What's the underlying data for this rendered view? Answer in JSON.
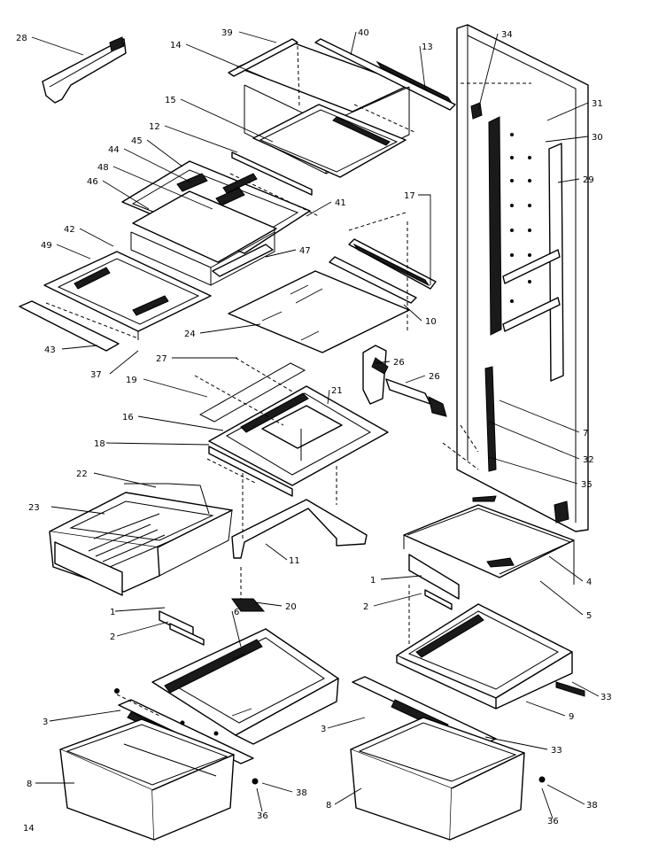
{
  "diagram": {
    "callouts": [
      {
        "key": "c28",
        "label": "28"
      },
      {
        "key": "c39",
        "label": "39"
      },
      {
        "key": "c40",
        "label": "40"
      },
      {
        "key": "c14",
        "label": "14"
      },
      {
        "key": "c13",
        "label": "13"
      },
      {
        "key": "c34",
        "label": "34"
      },
      {
        "key": "c15",
        "label": "15"
      },
      {
        "key": "c12",
        "label": "12"
      },
      {
        "key": "c44",
        "label": "44"
      },
      {
        "key": "c45",
        "label": "45"
      },
      {
        "key": "c48",
        "label": "48"
      },
      {
        "key": "c46",
        "label": "46"
      },
      {
        "key": "c41",
        "label": "41"
      },
      {
        "key": "c31",
        "label": "31"
      },
      {
        "key": "c30",
        "label": "30"
      },
      {
        "key": "c29",
        "label": "29"
      },
      {
        "key": "c17",
        "label": "17"
      },
      {
        "key": "c42",
        "label": "42"
      },
      {
        "key": "c49",
        "label": "49"
      },
      {
        "key": "c47",
        "label": "47"
      },
      {
        "key": "c10",
        "label": "10"
      },
      {
        "key": "c24",
        "label": "24"
      },
      {
        "key": "c43",
        "label": "43"
      },
      {
        "key": "c37",
        "label": "37"
      },
      {
        "key": "c27",
        "label": "27"
      },
      {
        "key": "c26a",
        "label": "26"
      },
      {
        "key": "c26b",
        "label": "26"
      },
      {
        "key": "c19",
        "label": "19"
      },
      {
        "key": "c21",
        "label": "21"
      },
      {
        "key": "c16",
        "label": "16"
      },
      {
        "key": "c7",
        "label": "7"
      },
      {
        "key": "c18",
        "label": "18"
      },
      {
        "key": "c32",
        "label": "32"
      },
      {
        "key": "c22",
        "label": "22"
      },
      {
        "key": "c35",
        "label": "35"
      },
      {
        "key": "c23",
        "label": "23"
      },
      {
        "key": "c11",
        "label": "11"
      },
      {
        "key": "c4",
        "label": "4"
      },
      {
        "key": "c1r",
        "label": "1"
      },
      {
        "key": "c2r",
        "label": "2"
      },
      {
        "key": "c5",
        "label": "5"
      },
      {
        "key": "c20",
        "label": "20"
      },
      {
        "key": "c1l",
        "label": "1"
      },
      {
        "key": "c6",
        "label": "6"
      },
      {
        "key": "c2l",
        "label": "2"
      },
      {
        "key": "c33a",
        "label": "33"
      },
      {
        "key": "c9",
        "label": "9"
      },
      {
        "key": "c3l",
        "label": "3"
      },
      {
        "key": "c3r",
        "label": "3"
      },
      {
        "key": "c33b",
        "label": "33"
      },
      {
        "key": "c8l",
        "label": "8"
      },
      {
        "key": "c38l",
        "label": "38"
      },
      {
        "key": "c36l",
        "label": "36"
      },
      {
        "key": "c8r",
        "label": "8"
      },
      {
        "key": "c38r",
        "label": "38"
      },
      {
        "key": "c36r",
        "label": "36"
      }
    ],
    "page_number": "14"
  }
}
